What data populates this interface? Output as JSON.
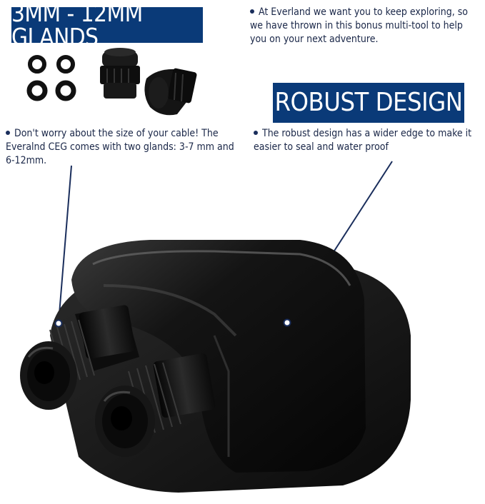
{
  "banners": {
    "glands": "3MM - 12MM GLANDS",
    "robust": "ROBUST DESIGN"
  },
  "notes": {
    "multitool": "At Everland we want you to keep exploring, so we have thrown in this bonus multi-tool to help you on your next adventure.",
    "cable": "Don't worry about the size of your cable! The Everalnd CEG comes with two glands: 3-7 mm and 6-12mm.",
    "robust": "The robust design has a wider edge to make it easier to seal and water proof"
  },
  "colors": {
    "banner": "#0a3a78",
    "text": "#1a2748",
    "product": "#111111"
  },
  "icons": [
    "o-ring-icon",
    "cable-gland-icon",
    "leader-line-dot-icon"
  ]
}
